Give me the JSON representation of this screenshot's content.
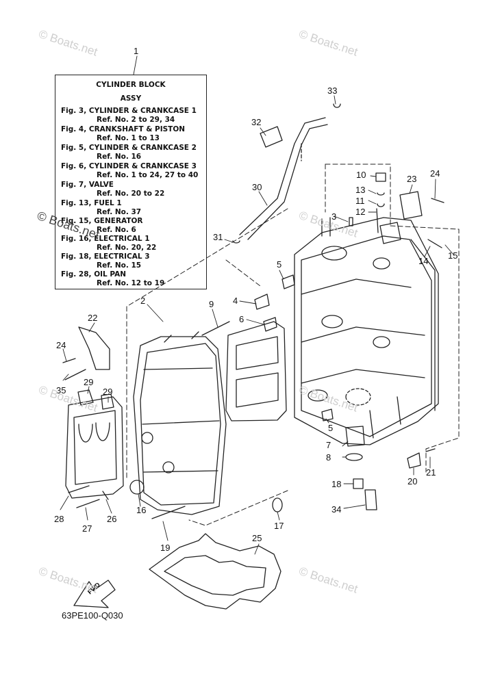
{
  "legend": {
    "title_line1": "CYLINDER BLOCK",
    "title_line2": "ASSY",
    "entries": [
      {
        "fig": "Fig. 3, CYLINDER & CRANKCASE 1",
        "ref": "Ref. No. 2 to 29, 34"
      },
      {
        "fig": "Fig. 4, CRANKSHAFT & PISTON",
        "ref": "Ref. No. 1 to 13"
      },
      {
        "fig": "Fig. 5, CYLINDER & CRANKCASE 2",
        "ref": "Ref. No. 16"
      },
      {
        "fig": "Fig. 6, CYLINDER & CRANKCASE 3",
        "ref": "Ref. No. 1 to 24, 27 to 40"
      },
      {
        "fig": "Fig. 7, VALVE",
        "ref": "Ref. No. 20 to 22"
      },
      {
        "fig": "Fig. 13, FUEL 1",
        "ref": "Ref. No. 37"
      },
      {
        "fig": "Fig. 15, GENERATOR",
        "ref": "Ref. No. 6"
      },
      {
        "fig": "Fig. 16, ELECTRICAL 1",
        "ref": "Ref. No. 20, 22"
      },
      {
        "fig": "Fig. 18, ELECTRICAL 3",
        "ref": "Ref. No. 15"
      },
      {
        "fig": "Fig. 28, OIL PAN",
        "ref": "Ref. No. 12 to 19"
      }
    ]
  },
  "callouts": [
    "1",
    "2",
    "3",
    "4",
    "5",
    "5",
    "6",
    "7",
    "8",
    "9",
    "10",
    "11",
    "12",
    "13",
    "14",
    "15",
    "16",
    "17",
    "18",
    "19",
    "20",
    "21",
    "22",
    "23",
    "24",
    "24",
    "25",
    "26",
    "27",
    "28",
    "29",
    "29",
    "30",
    "31",
    "32",
    "33",
    "34",
    "35"
  ],
  "drawing_code": "63PE100-Q030",
  "fwd_label": "FWD",
  "watermark": "© Boats.net"
}
